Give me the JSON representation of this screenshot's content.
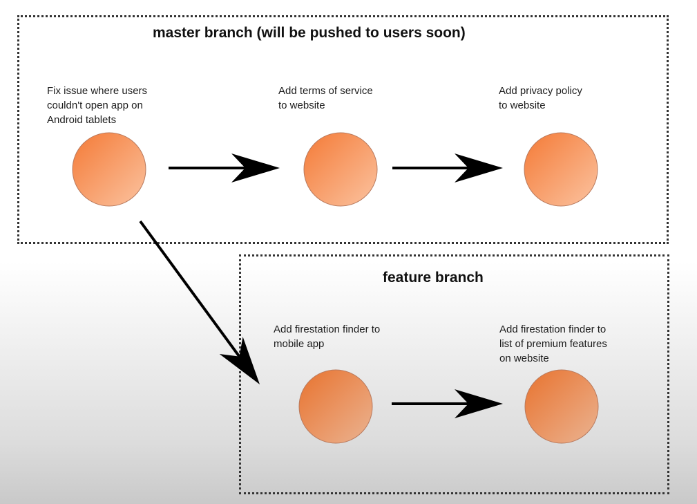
{
  "diagram": {
    "branches": [
      {
        "id": "master",
        "title": "master branch (will be pushed to users soon)",
        "commits": [
          {
            "id": "m1",
            "label": "Fix issue where users\ncouldn't open app on\nAndroid tablets"
          },
          {
            "id": "m2",
            "label": "Add terms of service\nto website"
          },
          {
            "id": "m3",
            "label": "Add privacy policy\nto website"
          }
        ]
      },
      {
        "id": "feature",
        "title": "feature branch",
        "commits": [
          {
            "id": "f1",
            "label": "Add firestation finder to\nmobile app"
          },
          {
            "id": "f2",
            "label": "Add firestation finder to\nlist of premium features\non website"
          }
        ]
      }
    ],
    "edges": [
      {
        "from": "m1",
        "to": "m2"
      },
      {
        "from": "m2",
        "to": "m3"
      },
      {
        "from": "m1",
        "to": "f1"
      },
      {
        "from": "f1",
        "to": "f2"
      }
    ],
    "colors": {
      "commit_fill_dark": "#f47a36",
      "commit_fill_light": "#fbc3a0",
      "commit_stroke": "#b87a5e",
      "arrow": "#000000",
      "box_border": "#333333"
    }
  }
}
